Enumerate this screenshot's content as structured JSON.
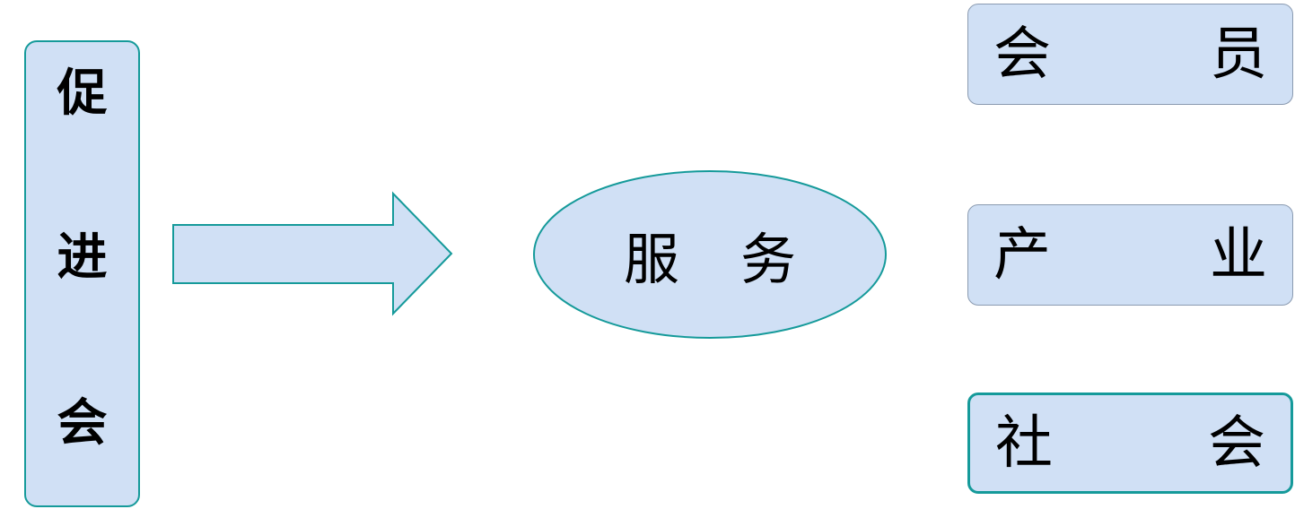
{
  "promotion_council": {
    "chars": [
      "促",
      "进",
      "会"
    ]
  },
  "center": {
    "chars": [
      "服",
      "务"
    ]
  },
  "targets": [
    {
      "chars": [
        "会",
        "员"
      ]
    },
    {
      "chars": [
        "产",
        "业"
      ]
    },
    {
      "chars": [
        "社",
        "会"
      ]
    }
  ],
  "colors": {
    "fill": "#d0e0f5",
    "accent_border": "#159a9a",
    "soft_border": "#8a9ab0"
  }
}
